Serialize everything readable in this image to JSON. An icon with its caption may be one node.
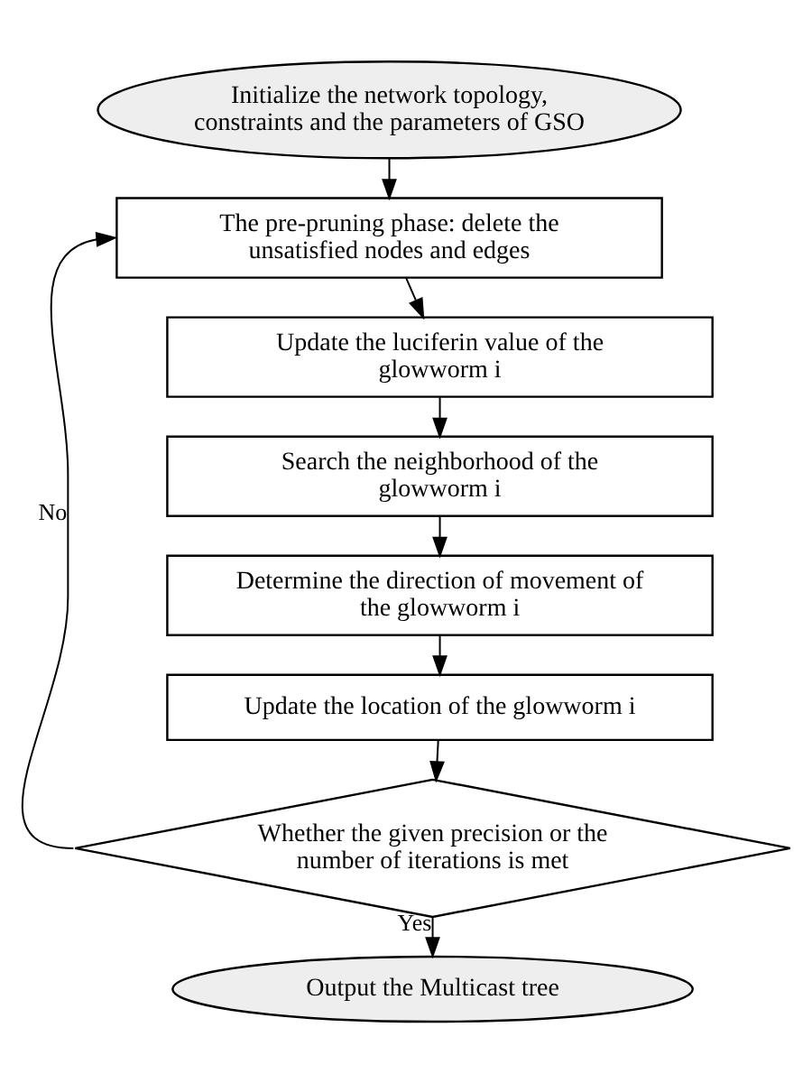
{
  "diagram": {
    "nodes": [
      {
        "text": [
          "Initialize the network topology, constraints and the parameters of GSO"
        ]
      },
      {
        "text": [
          "The pre-pruning phase: delete the unsatisfied nodes and edges"
        ]
      },
      {
        "text": [
          "Update the luciferin value of the glowworm i"
        ]
      },
      {
        "text": [
          "Search the neighborhood of the glowworm i"
        ]
      },
      {
        "text": [
          "Determine the direction of movement of the glowworm i"
        ]
      },
      {
        "text": [
          "Update the location of the glowworm i"
        ]
      },
      {
        "text": [
          "Whether the given precision or the number of iterations is met"
        ]
      },
      {
        "text": [
          "Output the Multicast tree"
        ]
      }
    ],
    "edges": [
      {
        "from": 0,
        "to": 1,
        "arrow": "to"
      },
      {
        "from": 1,
        "to": 2,
        "arrow": "to"
      },
      {
        "from": 2,
        "to": 3,
        "arrow": "to"
      },
      {
        "from": 3,
        "to": 4,
        "arrow": "to"
      },
      {
        "from": 4,
        "to": 5,
        "arrow": "to"
      },
      {
        "from": 5,
        "to": 6,
        "arrow": "to"
      },
      {
        "from": 6,
        "to": 7,
        "arrow": "to",
        "label": "Yes"
      },
      {
        "from": 6,
        "to": 1,
        "arrow": "to",
        "label": "No"
      }
    ]
  }
}
